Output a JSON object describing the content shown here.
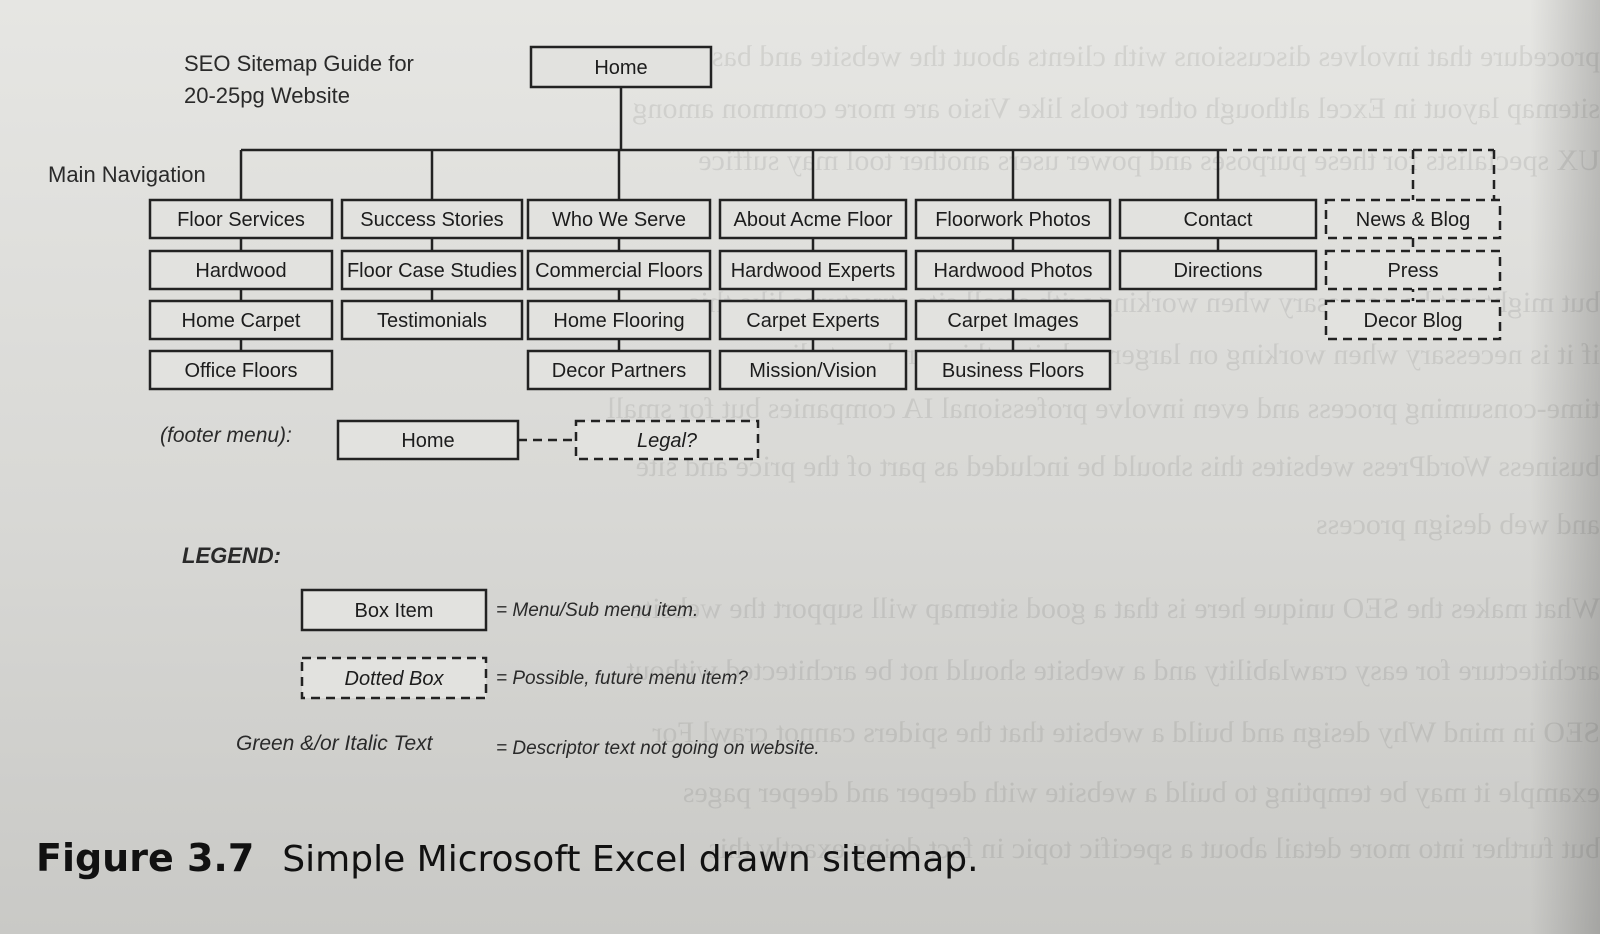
{
  "title_lines": [
    "SEO Sitemap Guide for",
    "20-25pg Website"
  ],
  "main_navigation_label": "Main Navigation",
  "root": "Home",
  "columns": [
    {
      "items": [
        "Floor Services",
        "Hardwood",
        "Home Carpet",
        "Office Floors"
      ],
      "dashed": false
    },
    {
      "items": [
        "Success Stories",
        "Floor Case Studies",
        "Testimonials"
      ],
      "dashed": false
    },
    {
      "items": [
        "Who We Serve",
        "Commercial Floors",
        "Home Flooring",
        "Decor Partners"
      ],
      "dashed": false
    },
    {
      "items": [
        "About Acme Floor",
        "Hardwood Experts",
        "Carpet Experts",
        "Mission/Vision"
      ],
      "dashed": false
    },
    {
      "items": [
        "Floorwork Photos",
        "Hardwood Photos",
        "Carpet Images",
        "Business Floors"
      ],
      "dashed": false
    },
    {
      "items": [
        "Contact",
        "Directions"
      ],
      "dashed": false
    },
    {
      "items": [
        "News & Blog",
        "Press",
        "Decor Blog"
      ],
      "dashed": true
    }
  ],
  "footer": {
    "label": "(footer menu):",
    "items": [
      {
        "label": "Home",
        "dashed": false,
        "italic": false
      },
      {
        "label": "Legal?",
        "dashed": true,
        "italic": true
      }
    ]
  },
  "legend": {
    "title": "LEGEND:",
    "entries": [
      {
        "sample": "Box Item",
        "dashed": false,
        "description": "= Menu/Sub menu item."
      },
      {
        "sample": "Dotted Box",
        "dashed": true,
        "description": "= Possible, future menu item?"
      }
    ],
    "text_entry": {
      "sample": "Green &/or Italic Text",
      "description": "= Descriptor text not going on website."
    }
  },
  "caption": {
    "number": "Figure 3.7",
    "text": "Simple Microsoft Excel drawn sitemap."
  },
  "colors": {
    "paper": "#dcdcd9",
    "ink": "#222222"
  }
}
